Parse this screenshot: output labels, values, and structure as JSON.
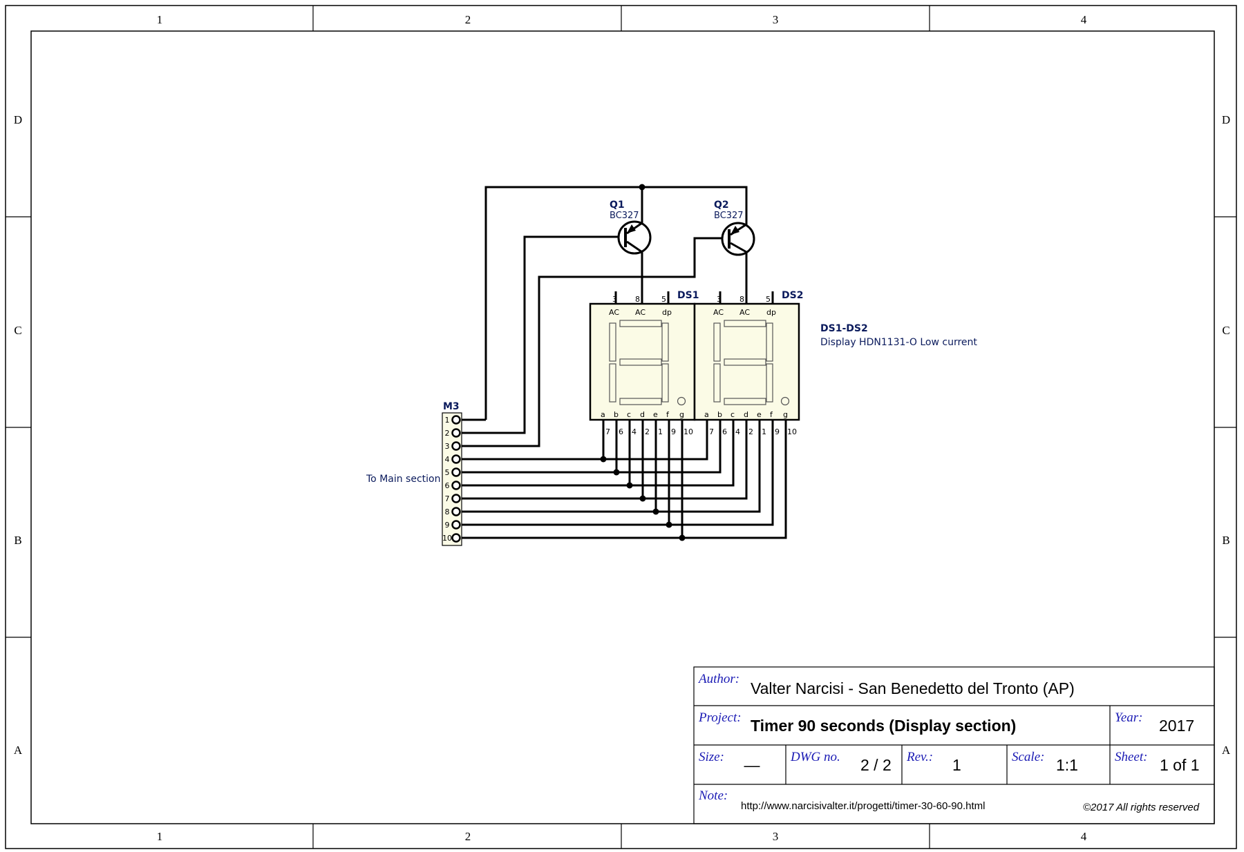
{
  "frame": {
    "columns": [
      "1",
      "2",
      "3",
      "4"
    ],
    "rows": [
      "D",
      "C",
      "B",
      "A"
    ]
  },
  "components": {
    "q1": {
      "ref": "Q1",
      "value": "BC327"
    },
    "q2": {
      "ref": "Q2",
      "value": "BC327"
    },
    "ds1": {
      "ref": "DS1",
      "top_pins": [
        "3",
        "8",
        "5"
      ],
      "top_labels": [
        "AC",
        "AC",
        "dp"
      ],
      "seg_labels": [
        "a",
        "b",
        "c",
        "d",
        "e",
        "f",
        "g"
      ],
      "bottom_pins": [
        "7",
        "6",
        "4",
        "2",
        "1",
        "9",
        "10"
      ]
    },
    "ds2": {
      "ref": "DS2",
      "top_pins": [
        "3",
        "8",
        "5"
      ],
      "top_labels": [
        "AC",
        "AC",
        "dp"
      ],
      "seg_labels": [
        "a",
        "b",
        "c",
        "d",
        "e",
        "f",
        "g"
      ],
      "bottom_pins": [
        "7",
        "6",
        "4",
        "2",
        "1",
        "9",
        "10"
      ]
    },
    "ds_note": {
      "ref": "DS1-DS2",
      "value": "Display HDN1131-O Low current"
    },
    "m3": {
      "ref": "M3",
      "pins": [
        "1",
        "2",
        "3",
        "4",
        "5",
        "6",
        "7",
        "8",
        "9",
        "10"
      ],
      "note": "To Main section"
    }
  },
  "title_block": {
    "author_label": "Author:",
    "author": "Valter Narcisi - San Benedetto del Tronto (AP)",
    "project_label": "Project:",
    "project": "Timer 90 seconds (Display section)",
    "year_label": "Year:",
    "year": "2017",
    "size_label": "Size:",
    "size": "—",
    "dwg_label": "DWG no.",
    "dwg": "2 / 2",
    "rev_label": "Rev.:",
    "rev": "1",
    "scale_label": "Scale:",
    "scale": "1:1",
    "sheet_label": "Sheet:",
    "sheet": "1 of 1",
    "note_label": "Note:",
    "note": "http://www.narcisivalter.it/progetti/timer-30-60-90.html",
    "copyright": "©2017 All rights reserved"
  }
}
